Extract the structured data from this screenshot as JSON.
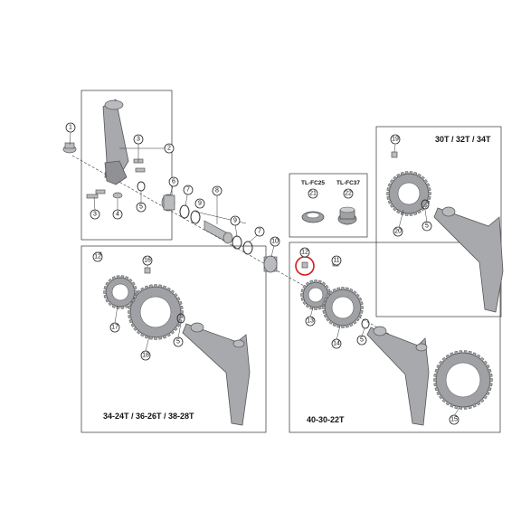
{
  "groups": {
    "top_right": "30T / 32T / 34T",
    "bottom_left": "34-24T / 36-26T / 38-28T",
    "bottom_right": "40-30-22T"
  },
  "tools": {
    "tl_fc25": "TL-FC25",
    "tl_fc37": "TL-FC37"
  },
  "callouts": {
    "c1": "1",
    "c2": "2",
    "c3a": "3",
    "c3b": "3",
    "c4": "4",
    "c5a": "5",
    "c5b": "5",
    "c5c": "5",
    "c5d": "5",
    "c6": "6",
    "c7a": "7",
    "c7b": "7",
    "c8": "8",
    "c9a": "9",
    "c9b": "9",
    "c10": "10",
    "c11": "11",
    "c12a": "12",
    "c12b": "12",
    "c13": "13",
    "c14": "14",
    "c15": "15",
    "c16": "16",
    "c17": "17",
    "c18": "18",
    "c19": "19",
    "c20": "20",
    "c21": "21",
    "c22": "22"
  },
  "colors": {
    "parts": "#a7a9ac",
    "lines": "#333333",
    "highlight": "#d7191c"
  },
  "icons": [
    "crank-arm",
    "chainring",
    "bottom-bracket",
    "spacer",
    "bolt",
    "lockring-tool",
    "highlight-circle"
  ]
}
